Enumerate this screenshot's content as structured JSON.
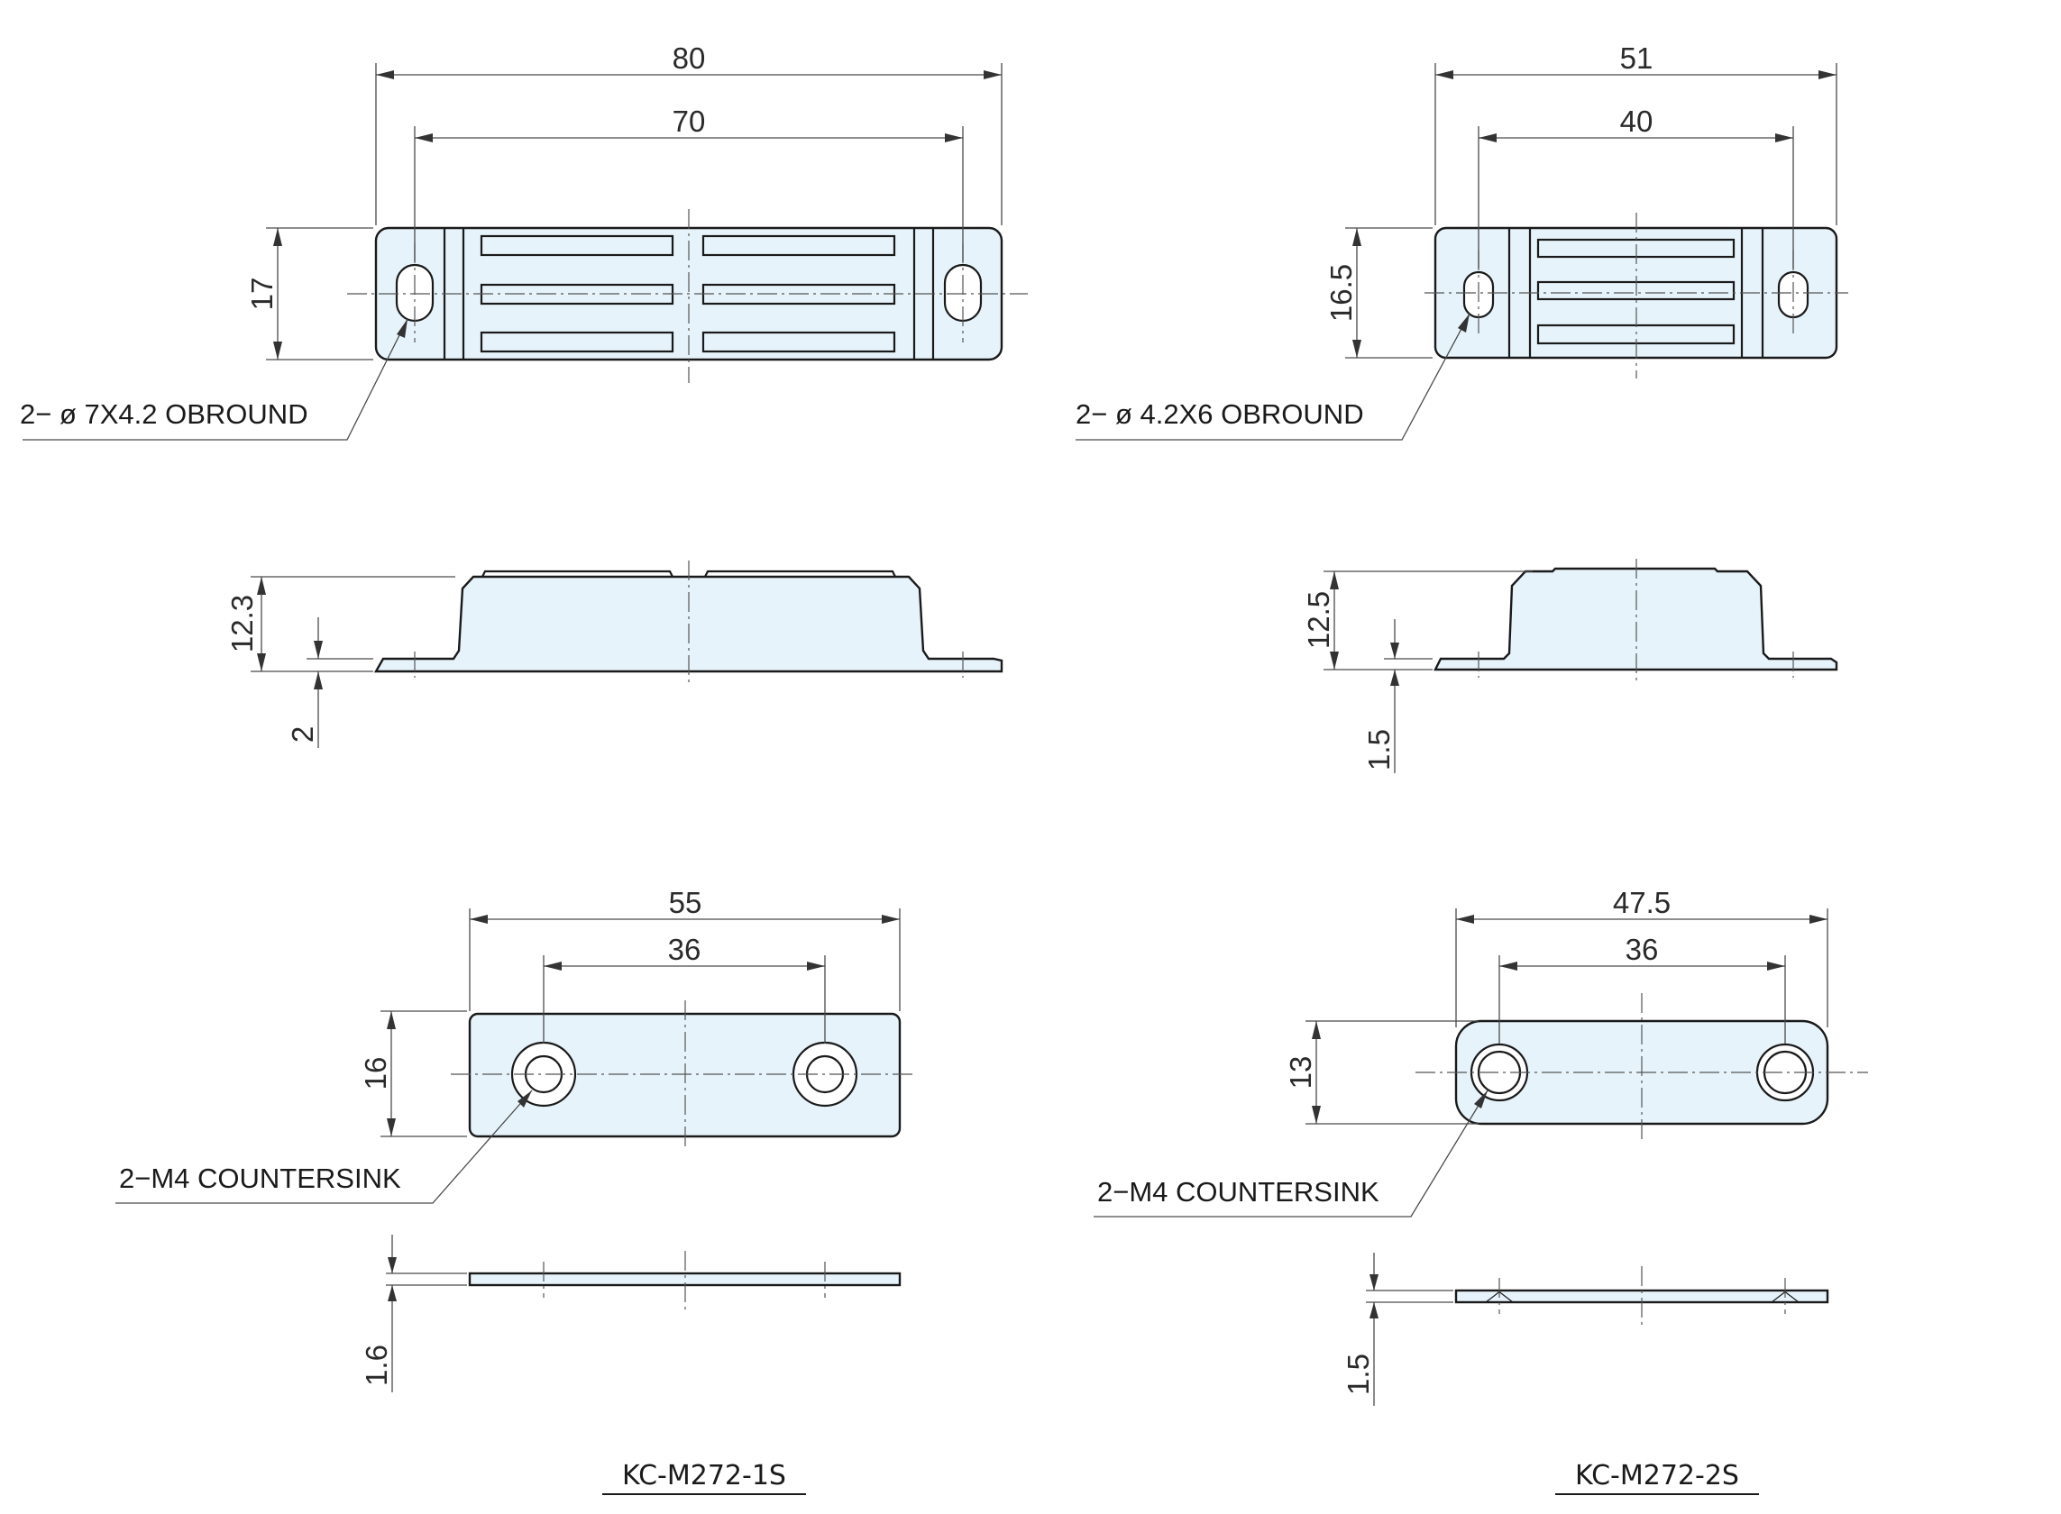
{
  "top_left": {
    "dims": {
      "overall_length": "80",
      "hole_pitch": "70",
      "height": "17"
    },
    "note": "2− ø 7X4.2 OBROUND"
  },
  "side_left": {
    "dims": {
      "height": "12.3",
      "flange": "2"
    }
  },
  "plate_left": {
    "dims": {
      "length": "55",
      "hole_pitch": "36",
      "height": "16",
      "thickness": "1.6"
    },
    "note": "2−M4 COUNTERSINK"
  },
  "top_right": {
    "dims": {
      "overall_length": "51",
      "hole_pitch": "40",
      "height": "16.5"
    },
    "note": "2− ø 4.2X6 OBROUND"
  },
  "side_right": {
    "dims": {
      "height": "12.5",
      "flange": "1.5"
    }
  },
  "plate_right": {
    "dims": {
      "length": "47.5",
      "hole_pitch": "36",
      "height": "13",
      "thickness": "1.5"
    },
    "note": "2−M4 COUNTERSINK"
  },
  "models": {
    "left": "KC-M272-1S",
    "right": "KC-M272-2S"
  }
}
